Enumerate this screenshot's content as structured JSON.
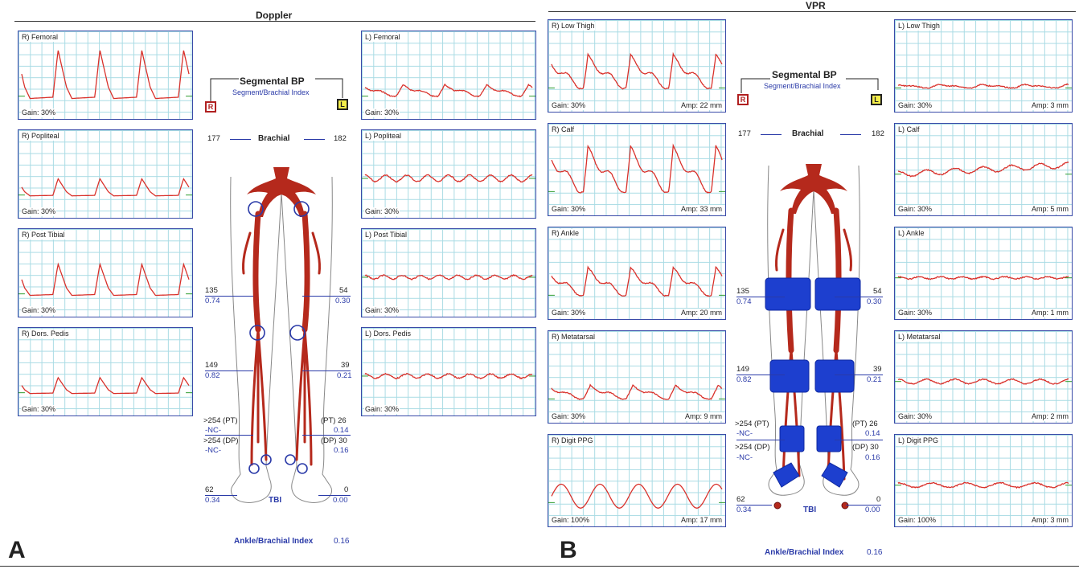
{
  "colors": {
    "wave": "#d9302a",
    "grid": "#a9dbe4",
    "border": "#3a4aa8",
    "artery": "#b5291c",
    "cuff": "#1d3fcf",
    "accent": "#2a3aa8"
  },
  "doppler": {
    "title": "Doppler",
    "label": "A",
    "panels": [
      {
        "title": "R) Femoral",
        "gain": "Gain: 30%"
      },
      {
        "title": "R) Popliteal",
        "gain": "Gain: 30%"
      },
      {
        "title": "R) Post Tibial",
        "gain": "Gain: 30%"
      },
      {
        "title": "R) Dors. Pedis",
        "gain": "Gain: 30%"
      },
      {
        "title": "L) Femoral",
        "gain": "Gain: 30%"
      },
      {
        "title": "L) Popliteal",
        "gain": "Gain: 30%"
      },
      {
        "title": "L) Post Tibial",
        "gain": "Gain: 30%"
      },
      {
        "title": "L) Dors. Pedis",
        "gain": "Gain: 30%"
      }
    ],
    "seg": {
      "title": "Segmental BP",
      "subtitle": "Segment/Brachial Index",
      "r": "R",
      "l": "L"
    },
    "brachial": {
      "label": "Brachial",
      "right": "177",
      "left": "182"
    },
    "thigh": {
      "r_val": "135",
      "r_idx": "0.74",
      "l_val": "54",
      "l_idx": "0.30"
    },
    "calf": {
      "r_val": "149",
      "r_idx": "0.82",
      "l_val": "39",
      "l_idx": "0.21"
    },
    "ankle": {
      "r_pt": ">254 (PT)",
      "r_pt_nc": "-NC-",
      "r_dp": ">254 (DP)",
      "r_dp_nc": "-NC-",
      "l_pt": "(PT) 26",
      "l_pt_idx": "0.14",
      "l_dp": "(DP) 30",
      "l_dp_idx": "0.16"
    },
    "toe": {
      "r_val": "62",
      "r_idx": "0.34",
      "label": "TBI",
      "l_val": "0",
      "l_idx": "0.00"
    },
    "abi": {
      "label": "Ankle/Brachial Index",
      "value": "0.16"
    }
  },
  "vpr": {
    "title": "VPR",
    "label": "B",
    "panels": [
      {
        "title": "R) Low Thigh",
        "gain": "Gain: 30%",
        "amp": "Amp: 22 mm"
      },
      {
        "title": "R) Calf",
        "gain": "Gain: 30%",
        "amp": "Amp: 33 mm"
      },
      {
        "title": "R) Ankle",
        "gain": "Gain: 30%",
        "amp": "Amp: 20 mm"
      },
      {
        "title": "R) Metatarsal",
        "gain": "Gain: 30%",
        "amp": "Amp: 9 mm"
      },
      {
        "title": "R) Digit PPG",
        "gain": "Gain: 100%",
        "amp": "Amp: 17 mm"
      },
      {
        "title": "L) Low Thigh",
        "gain": "Gain: 30%",
        "amp": "Amp: 3 mm"
      },
      {
        "title": "L) Calf",
        "gain": "Gain: 30%",
        "amp": "Amp: 5 mm"
      },
      {
        "title": "L) Ankle",
        "gain": "Gain: 30%",
        "amp": "Amp: 1 mm"
      },
      {
        "title": "L) Metatarsal",
        "gain": "Gain: 30%",
        "amp": "Amp: 2 mm"
      },
      {
        "title": "L) Digit PPG",
        "gain": "Gain: 100%",
        "amp": "Amp: 3 mm"
      }
    ],
    "seg": {
      "title": "Segmental BP",
      "subtitle": "Segment/Brachial Index",
      "r": "R",
      "l": "L"
    },
    "brachial": {
      "label": "Brachial",
      "right": "177",
      "left": "182"
    },
    "thigh": {
      "r_val": "135",
      "r_idx": "0.74",
      "l_val": "54",
      "l_idx": "0.30"
    },
    "calf": {
      "r_val": "149",
      "r_idx": "0.82",
      "l_val": "39",
      "l_idx": "0.21"
    },
    "ankle": {
      "r_pt": ">254 (PT)",
      "r_pt_nc": "-NC-",
      "r_dp": ">254 (DP)",
      "r_dp_nc": "-NC-",
      "l_pt": "(PT) 26",
      "l_pt_idx": "0.14",
      "l_dp": "(DP) 30",
      "l_dp_idx": "0.16"
    },
    "toe": {
      "r_val": "62",
      "r_idx": "0.34",
      "label": "TBI",
      "l_val": "0",
      "l_idx": "0.00"
    },
    "abi": {
      "label": "Ankle/Brachial Index",
      "value": "0.16"
    }
  }
}
